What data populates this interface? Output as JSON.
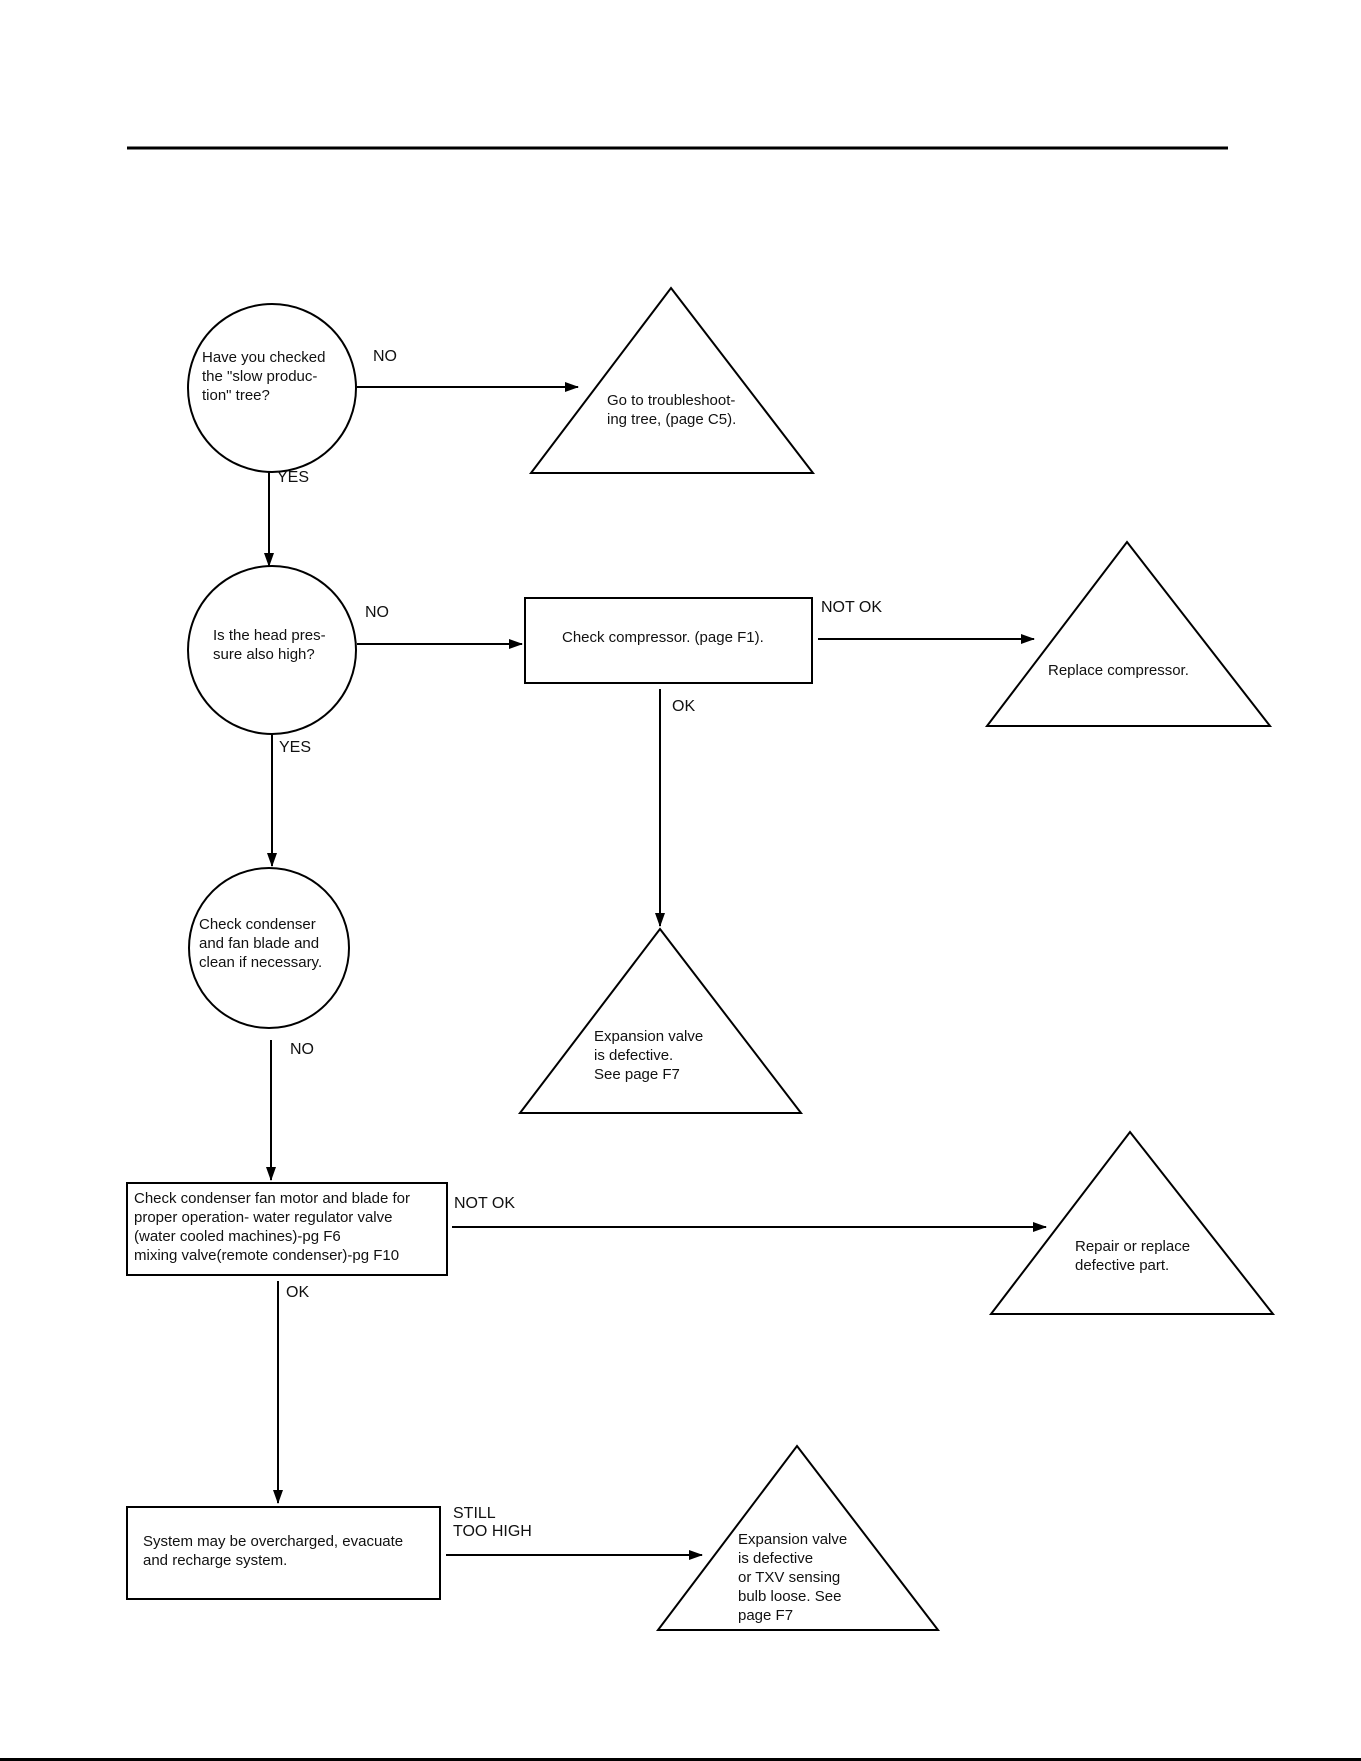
{
  "nodes": {
    "checked_slow_tree": "Have you checked\nthe \"slow produc-\ntion\" tree?",
    "go_to_tree": "Go to troubleshoot-\ning tree, (page C5).",
    "head_pressure": "Is the head pres-\nsure also high?",
    "check_compressor": "Check compressor. (page F1).",
    "replace_compressor": "Replace compressor.",
    "check_condenser": "Check condenser\nand fan blade and\nclean if necessary.",
    "expansion_valve_1": "Expansion valve\nis defective.\nSee page F7",
    "check_fan_motor": "Check condenser fan motor and blade for\nproper operation- water regulator valve\n(water cooled machines)-pg F6\nmixing valve(remote condenser)-pg F10",
    "repair_replace": "Repair or replace\ndefective part.",
    "overcharged": "System may be overcharged, evacuate\nand recharge system.",
    "expansion_valve_2": "Expansion valve\nis defective\nor TXV sensing\nbulb loose. See\npage F7"
  },
  "edges": {
    "no_1": "NO",
    "yes_1": "YES",
    "no_2": "NO",
    "not_ok_1": "NOT OK",
    "ok_1": "OK",
    "yes_2": "YES",
    "no_3": "NO",
    "not_ok_2": "NOT OK",
    "ok_2": "OK",
    "still_too_high": "STILL\nTOO HIGH"
  }
}
